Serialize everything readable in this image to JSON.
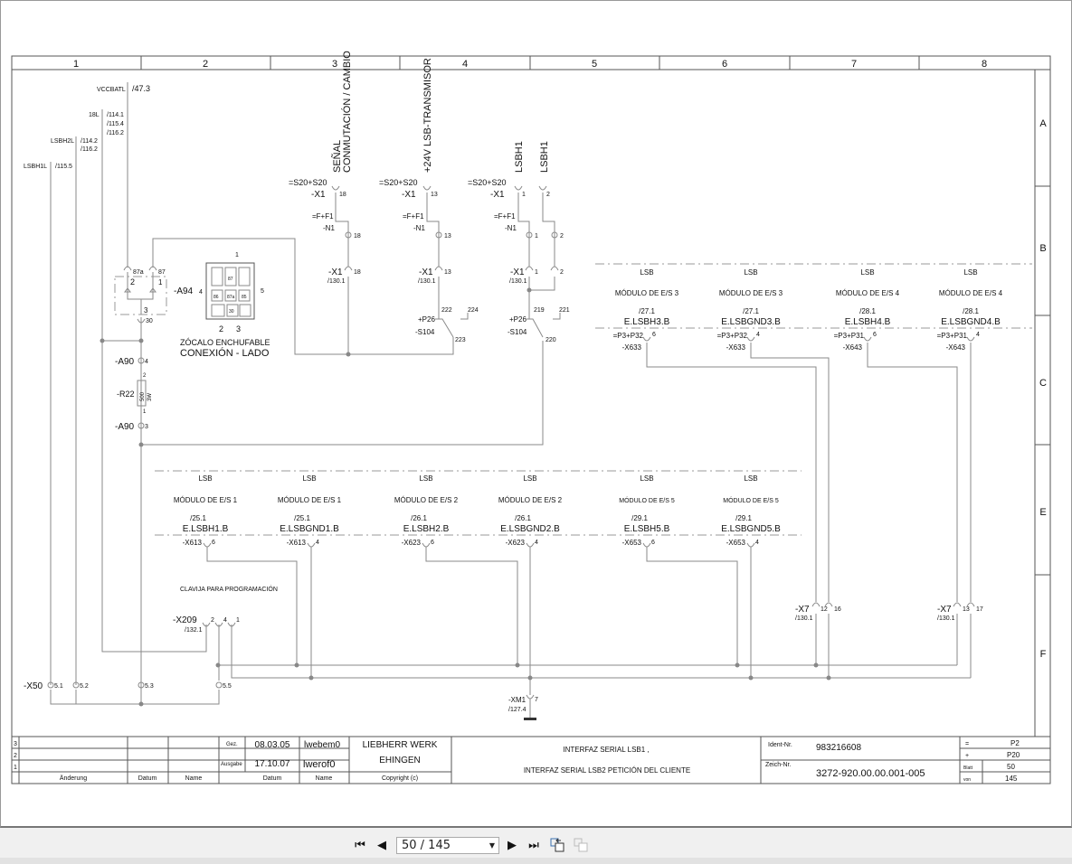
{
  "frame": {
    "columns": [
      "1",
      "2",
      "3",
      "4",
      "5",
      "6",
      "7",
      "8"
    ],
    "rows": [
      "A",
      "B",
      "C",
      "E",
      "F"
    ]
  },
  "signals": {
    "vccbatl": {
      "name": "VCCBATL",
      "ref": "/47.3"
    },
    "l18": {
      "name": "18L",
      "refs": [
        "/114.1",
        "/115.4",
        "/116.2"
      ]
    },
    "lsbh2l": {
      "name": "LSBH2L",
      "refs": [
        "/114.2",
        "/116.2"
      ]
    },
    "lsbh1l": {
      "name": "LSBH1L",
      "refs": [
        "/115.5"
      ]
    }
  },
  "vertical_titles": [
    "SEÑAL",
    "CONMUTACIÓN / CAMBIO",
    "+24V LSB-TRANSMISOR",
    "LSBH1",
    "LSBH1"
  ],
  "connectors": {
    "s20": "=S20+S20",
    "x1": "-X1",
    "ff1": "=F+F1",
    "n1": "-N1",
    "ref130": "/130.1",
    "p26": "+P26",
    "s104": "-S104",
    "pins": [
      "18",
      "13",
      "1",
      "2"
    ],
    "s104a": [
      "222",
      "224",
      "223"
    ],
    "s104b": [
      "219",
      "221",
      "220"
    ]
  },
  "relay": {
    "name": "-A94",
    "pins": [
      "87a",
      "87",
      "2",
      "1",
      "3",
      "30"
    ],
    "socket_pins": [
      "1",
      "87",
      "4",
      "86",
      "87a",
      "85",
      "5",
      "30",
      "2",
      "3"
    ],
    "caption1": "ZÓCALO ENCHUFABLE",
    "caption2": "CONEXIÓN - LADO"
  },
  "resistor": {
    "a90": "-A90",
    "pin_top": "4",
    "pin_bot": "3",
    "name": "-R22",
    "value": "500",
    "power": "3W",
    "p2": "2",
    "p1": "1"
  },
  "modules_top": [
    {
      "bus": "LSB",
      "module": "MÓDULO DE E/S  3",
      "ref": "/27.1",
      "signal": "E.LSBH3.B",
      "plug": "=P3+P32",
      "conn": "-X633",
      "pin": "6"
    },
    {
      "bus": "LSB",
      "module": "MÓDULO DE E/S  3",
      "ref": "/27.1",
      "signal": "E.LSBGND3.B",
      "plug": "=P3+P32",
      "conn": "-X633",
      "pin": "4"
    },
    {
      "bus": "LSB",
      "module": "MÓDULO DE E/S  4",
      "ref": "/28.1",
      "signal": "E.LSBH4.B",
      "plug": "=P3+P31",
      "conn": "-X643",
      "pin": "6"
    },
    {
      "bus": "LSB",
      "module": "MÓDULO DE E/S  4",
      "ref": "/28.1",
      "signal": "E.LSBGND4.B",
      "plug": "=P3+P31",
      "conn": "-X643",
      "pin": "4"
    }
  ],
  "modules_bottom": [
    {
      "bus": "LSB",
      "module": "MÓDULO DE E/S  1",
      "ref": "/25.1",
      "signal": "E.LSBH1.B",
      "conn": "-X613",
      "pin": "6"
    },
    {
      "bus": "LSB",
      "module": "MÓDULO DE E/S  1",
      "ref": "/25.1",
      "signal": "E.LSBGND1.B",
      "conn": "-X613",
      "pin": "4"
    },
    {
      "bus": "LSB",
      "module": "MÓDULO DE E/S  2",
      "ref": "/26.1",
      "signal": "E.LSBH2.B",
      "conn": "-X623",
      "pin": "6"
    },
    {
      "bus": "LSB",
      "module": "MÓDULO DE E/S  2",
      "ref": "/26.1",
      "signal": "E.LSBGND2.B",
      "conn": "-X623",
      "pin": "4"
    },
    {
      "bus": "LSB",
      "module": "MÓDULO DE E/S 5",
      "ref": "/29.1",
      "signal": "E.LSBH5.B",
      "conn": "-X653",
      "pin": "6"
    },
    {
      "bus": "LSB",
      "module": "MÓDULO DE E/S 5",
      "ref": "/29.1",
      "signal": "E.LSBGND5.B",
      "conn": "-X653",
      "pin": "4"
    }
  ],
  "clavija": {
    "label": "CLAVIJA PARA PROGRAMACIÓN",
    "name": "-X209",
    "ref": "/132.1",
    "pins": [
      "2",
      "4",
      "1"
    ]
  },
  "x7": {
    "name": "-X7",
    "ref": "/130.1",
    "pins_a": [
      "12",
      "16"
    ],
    "pins_b": [
      "13",
      "17"
    ]
  },
  "x50": {
    "name": "-X50",
    "pins": [
      "5.1",
      "5.2",
      "5.3",
      "5.5"
    ]
  },
  "xm1": {
    "name": "-XM1",
    "ref": "/127.4",
    "pin": "7"
  },
  "title_block": {
    "rev_rows": [
      "3",
      "2",
      "1"
    ],
    "rev_headers": [
      "Änderung",
      "Datum",
      "Name"
    ],
    "gez_label": "Gez.",
    "gez_date": "08.03.05",
    "gez_name": "lwebem0",
    "ausgabe_label": "Ausgabe",
    "ausgabe_date": "17.10.07",
    "ausgabe_name": "lwerof0",
    "hdr_datum": "Datum",
    "hdr_name": "Name",
    "company1": "LIEBHERR WERK",
    "company2": "EHINGEN",
    "copyright": "Copyright (c)",
    "title1": "INTERFAZ SERIAL LSB1 ,",
    "title2": "INTERFAZ SERIAL LSB2 PETICIÓN DEL CLIENTE",
    "ident_label": "Ident-Nr.",
    "ident": "983216608",
    "zeich_label": "Zeich-Nr.",
    "zeich": "3272-920.00.00.001-005",
    "eq_label": "=",
    "eq": "P2",
    "plus_label": "+",
    "plus": "P20",
    "blatt_label": "Blatt",
    "blatt": "50",
    "von_label": "von",
    "von": "145"
  },
  "viewer": {
    "page_input": "50 / 145"
  }
}
